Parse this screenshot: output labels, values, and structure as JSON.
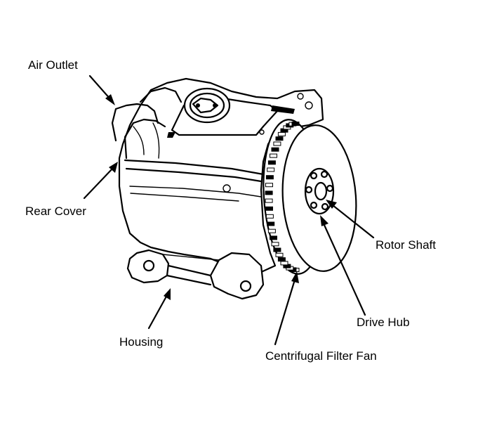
{
  "labels": {
    "air_outlet": "Air Outlet",
    "rear_cover": "Rear Cover",
    "housing": "Housing",
    "rotor_shaft": "Rotor Shaft",
    "drive_hub": "Drive Hub",
    "centrifugal_filter_fan": "Centrifugal Filter Fan"
  },
  "colors": {
    "ink": "#000000",
    "paper": "#ffffff"
  }
}
